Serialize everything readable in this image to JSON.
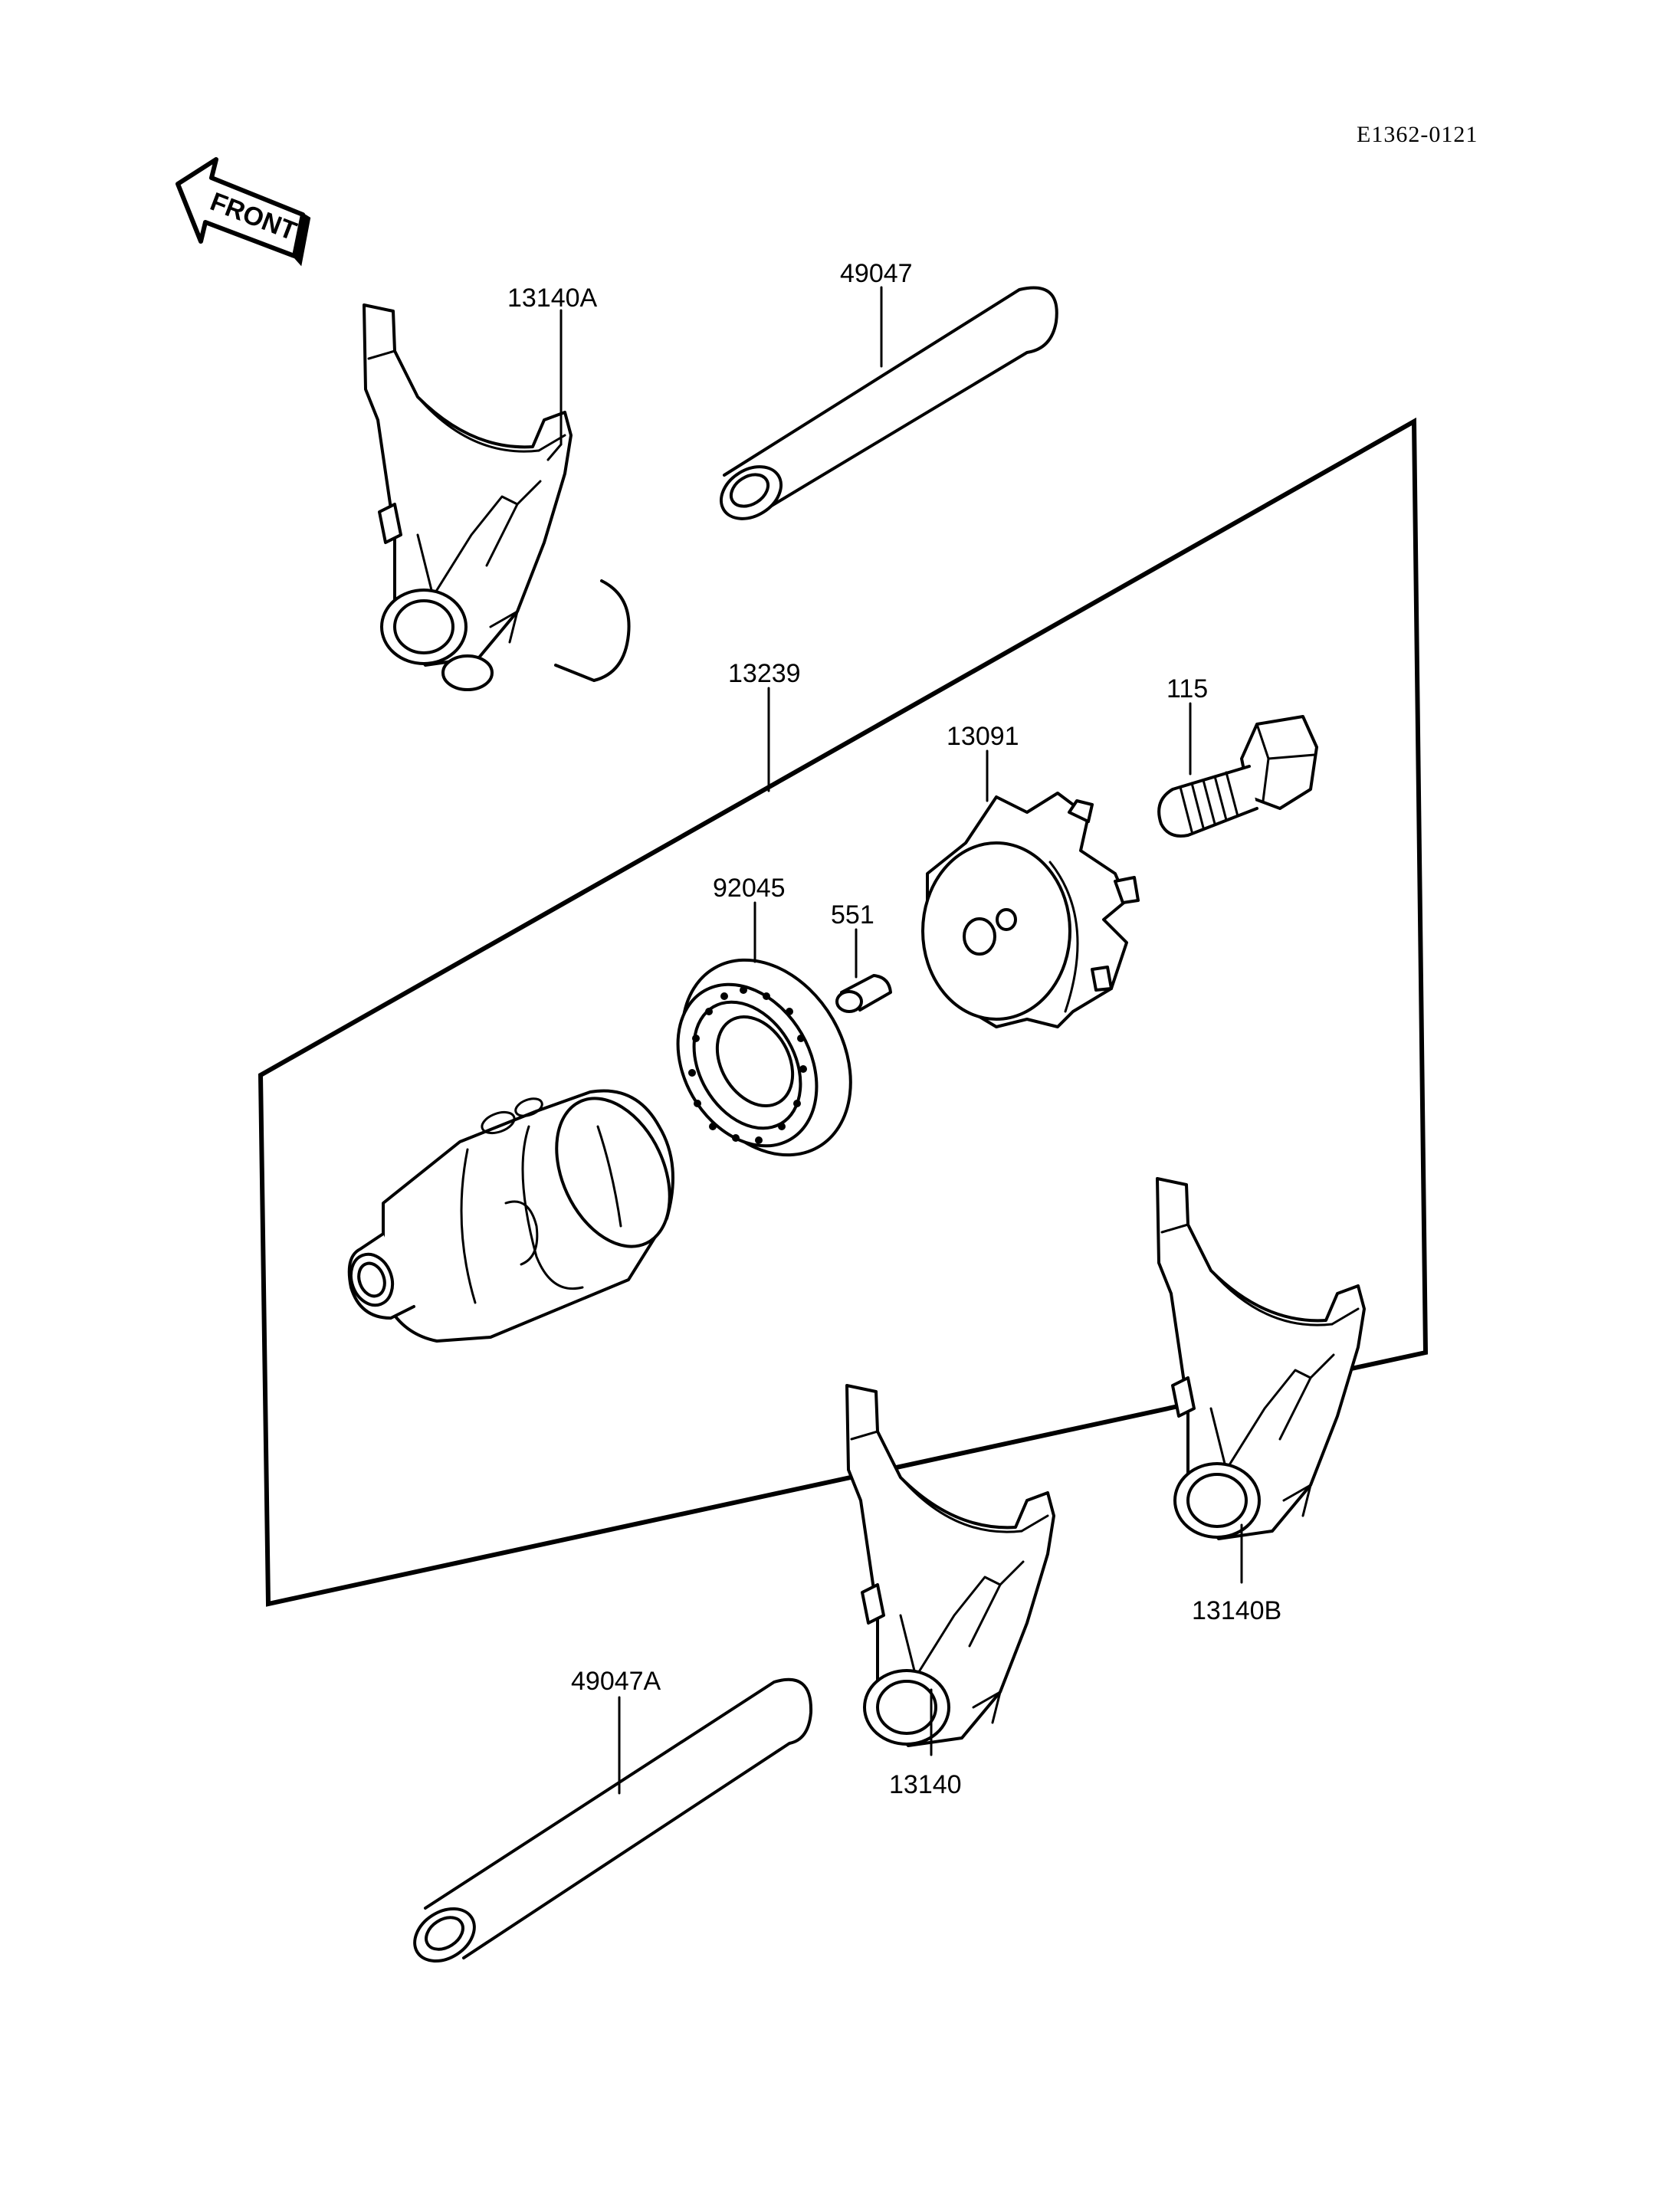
{
  "diagram_code": "E1362-0121",
  "front_label": "FRONT",
  "parts": {
    "p13140A": "13140A",
    "p49047": "49047",
    "p13239": "13239",
    "p115": "115",
    "p13091": "13091",
    "p92045": "92045",
    "p551": "551",
    "p13140B": "13140B",
    "p49047A": "49047A",
    "p13140": "13140"
  }
}
